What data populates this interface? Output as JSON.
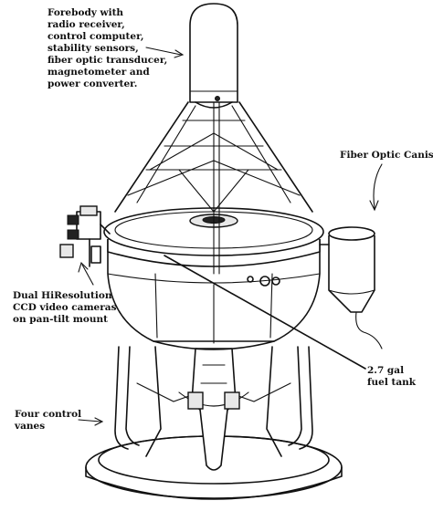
{
  "labels": {
    "forebody": [
      "Forebody with",
      "radio receiver,",
      "control computer,",
      "stability sensors,",
      "fiber optic transducer,",
      "magnetometer and",
      "power converter."
    ],
    "canister": [
      "Fiber Optic Canister"
    ],
    "cameras": [
      "Dual HiResolution",
      "CCD video cameras",
      "on pan-tilt mount"
    ],
    "fuel": [
      "2.7 gal",
      "fuel tank"
    ],
    "vanes": [
      "Four control",
      "vanes"
    ]
  }
}
